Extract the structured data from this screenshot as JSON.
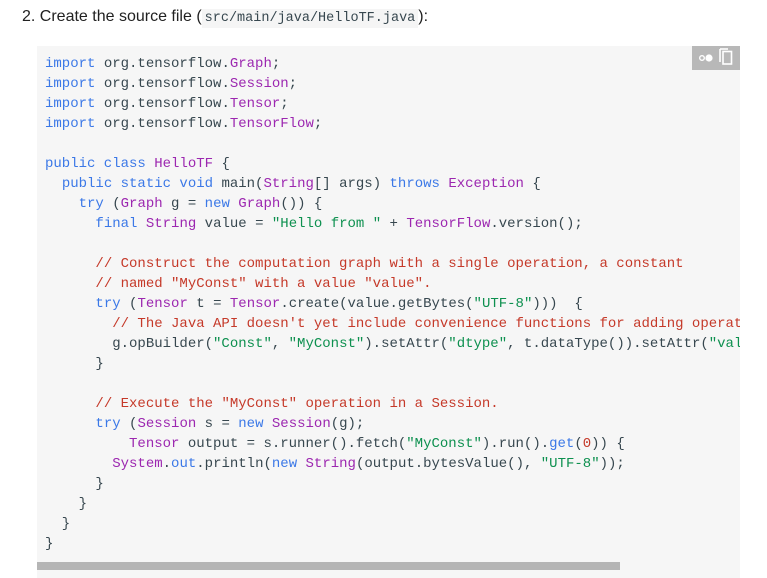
{
  "instruction": {
    "prefix": "2. Create the source file (",
    "path": "src/main/java/HelloTF.java",
    "suffix": "):"
  },
  "toolbar": {
    "toggle_icon": "dark-theme-toggle-icon",
    "copy_icon": "copy-icon"
  },
  "colors": {
    "keyword": "#3b78e7",
    "type": "#9c27b0",
    "string": "#0d904f",
    "comment": "#c53929",
    "background": "#f6f6f6"
  },
  "code_lines": [
    [
      [
        "k",
        "import"
      ],
      [
        "p",
        " org.tensorflow."
      ],
      [
        "t",
        "Graph"
      ],
      [
        "p",
        ";"
      ]
    ],
    [
      [
        "k",
        "import"
      ],
      [
        "p",
        " org.tensorflow."
      ],
      [
        "t",
        "Session"
      ],
      [
        "p",
        ";"
      ]
    ],
    [
      [
        "k",
        "import"
      ],
      [
        "p",
        " org.tensorflow."
      ],
      [
        "t",
        "Tensor"
      ],
      [
        "p",
        ";"
      ]
    ],
    [
      [
        "k",
        "import"
      ],
      [
        "p",
        " org.tensorflow."
      ],
      [
        "t",
        "TensorFlow"
      ],
      [
        "p",
        ";"
      ]
    ],
    [],
    [
      [
        "k",
        "public class"
      ],
      [
        "p",
        " "
      ],
      [
        "t",
        "HelloTF"
      ],
      [
        "p",
        " {"
      ]
    ],
    [
      [
        "p",
        "  "
      ],
      [
        "k",
        "public static void"
      ],
      [
        "p",
        " main("
      ],
      [
        "t",
        "String"
      ],
      [
        "p",
        "[] args) "
      ],
      [
        "k",
        "throws"
      ],
      [
        "p",
        " "
      ],
      [
        "t",
        "Exception"
      ],
      [
        "p",
        " {"
      ]
    ],
    [
      [
        "p",
        "    "
      ],
      [
        "k",
        "try"
      ],
      [
        "p",
        " ("
      ],
      [
        "t",
        "Graph"
      ],
      [
        "p",
        " g = "
      ],
      [
        "k",
        "new"
      ],
      [
        "p",
        " "
      ],
      [
        "t",
        "Graph"
      ],
      [
        "p",
        "()) {"
      ]
    ],
    [
      [
        "p",
        "      "
      ],
      [
        "k",
        "final"
      ],
      [
        "p",
        " "
      ],
      [
        "t",
        "String"
      ],
      [
        "p",
        " value = "
      ],
      [
        "s",
        "\"Hello from \""
      ],
      [
        "p",
        " + "
      ],
      [
        "t",
        "TensorFlow"
      ],
      [
        "p",
        ".version();"
      ]
    ],
    [],
    [
      [
        "p",
        "      "
      ],
      [
        "c",
        "// Construct the computation graph with a single operation, a constant"
      ]
    ],
    [
      [
        "p",
        "      "
      ],
      [
        "c",
        "// named \"MyConst\" with a value \"value\"."
      ]
    ],
    [
      [
        "p",
        "      "
      ],
      [
        "k",
        "try"
      ],
      [
        "p",
        " ("
      ],
      [
        "t",
        "Tensor"
      ],
      [
        "p",
        " t = "
      ],
      [
        "t",
        "Tensor"
      ],
      [
        "p",
        ".create(value.getBytes("
      ],
      [
        "s",
        "\"UTF-8\""
      ],
      [
        "p",
        ")))  {"
      ]
    ],
    [
      [
        "p",
        "        "
      ],
      [
        "c",
        "// The Java API doesn't yet include convenience functions for adding operat"
      ]
    ],
    [
      [
        "p",
        "        g.opBuilder("
      ],
      [
        "s",
        "\"Const\""
      ],
      [
        "p",
        ", "
      ],
      [
        "s",
        "\"MyConst\""
      ],
      [
        "p",
        ").setAttr("
      ],
      [
        "s",
        "\"dtype\""
      ],
      [
        "p",
        ", t.dataType()).setAttr("
      ],
      [
        "s",
        "\"val"
      ]
    ],
    [
      [
        "p",
        "      }"
      ]
    ],
    [],
    [
      [
        "p",
        "      "
      ],
      [
        "c",
        "// Execute the \"MyConst\" operation in a Session."
      ]
    ],
    [
      [
        "p",
        "      "
      ],
      [
        "k",
        "try"
      ],
      [
        "p",
        " ("
      ],
      [
        "t",
        "Session"
      ],
      [
        "p",
        " s = "
      ],
      [
        "k",
        "new"
      ],
      [
        "p",
        " "
      ],
      [
        "t",
        "Session"
      ],
      [
        "p",
        "(g);"
      ]
    ],
    [
      [
        "p",
        "          "
      ],
      [
        "t",
        "Tensor"
      ],
      [
        "p",
        " output = s.runner().fetch("
      ],
      [
        "s",
        "\"MyConst\""
      ],
      [
        "p",
        ").run()."
      ],
      [
        "k",
        "get"
      ],
      [
        "p",
        "("
      ],
      [
        "n",
        "0"
      ],
      [
        "p",
        ")) {"
      ]
    ],
    [
      [
        "p",
        "        "
      ],
      [
        "t",
        "System"
      ],
      [
        "p",
        "."
      ],
      [
        "k",
        "out"
      ],
      [
        "p",
        ".println("
      ],
      [
        "k",
        "new"
      ],
      [
        "p",
        " "
      ],
      [
        "t",
        "String"
      ],
      [
        "p",
        "(output.bytesValue(), "
      ],
      [
        "s",
        "\"UTF-8\""
      ],
      [
        "p",
        "));"
      ]
    ],
    [
      [
        "p",
        "      }"
      ]
    ],
    [
      [
        "p",
        "    }"
      ]
    ],
    [
      [
        "p",
        "  }"
      ]
    ],
    [
      [
        "p",
        "}"
      ]
    ]
  ]
}
